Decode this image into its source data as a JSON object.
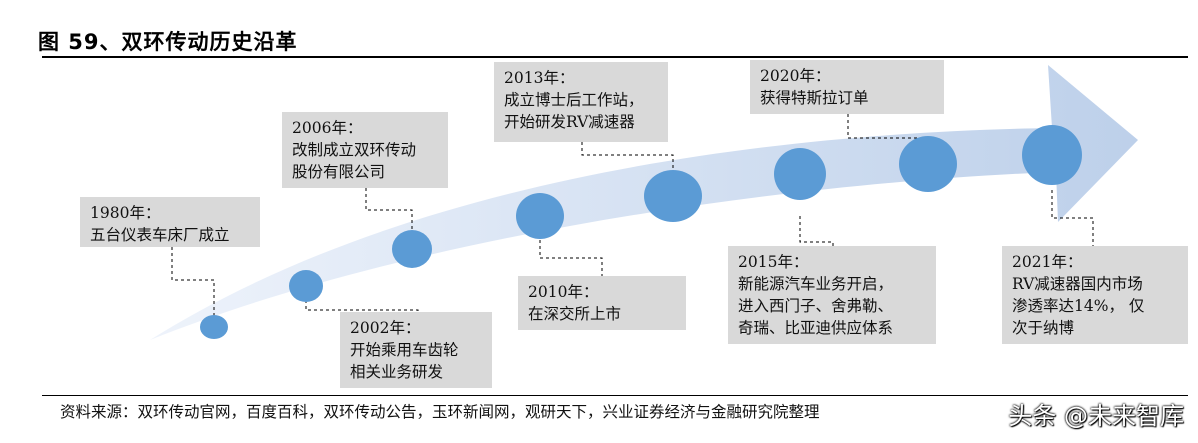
{
  "title": "图 59、双环传动历史沿革",
  "colors": {
    "arrow_light": "#eef3fb",
    "arrow_dark": "#bdd0ea",
    "node": "#5b9bd5",
    "box": "#d9d9d9"
  },
  "milestones": [
    {
      "year": "1980年：",
      "lines": [
        "五台仪表车床厂成立"
      ]
    },
    {
      "year": "2002年：",
      "lines": [
        "开始乘用车齿轮",
        "相关业务研发"
      ]
    },
    {
      "year": "2006年：",
      "lines": [
        "改制成立双环传动",
        "股份有限公司"
      ]
    },
    {
      "year": "2010年：",
      "lines": [
        "在深交所上市"
      ]
    },
    {
      "year": "2013年：",
      "lines": [
        "成立博士后工作站，",
        "开始研发RV减速器"
      ]
    },
    {
      "year": "2015年：",
      "lines": [
        "新能源汽车业务开启，",
        "进入西门子、舍弗勒、",
        "奇瑞、比亚迪供应体系"
      ]
    },
    {
      "year": "2020年：",
      "lines": [
        "获得特斯拉订单"
      ]
    },
    {
      "year": "2021年：",
      "lines": [
        "RV减速器国内市场",
        "渗透率达14%，  仅",
        "次于纳博"
      ]
    }
  ],
  "source": "资料来源：双环传动官网，百度百科，双环传动公告，玉环新闻网，观研天下，兴业证券经济与金融研究院整理",
  "watermark": "头条 @未来智库"
}
